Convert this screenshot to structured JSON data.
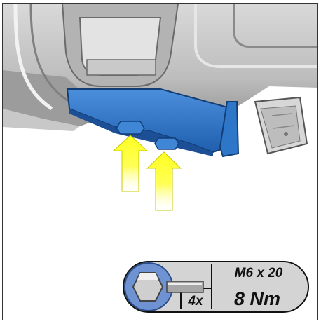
{
  "spec": {
    "size": "M6 x 20",
    "torque": "8 Nm",
    "quantity": "4x"
  },
  "colors": {
    "bracket": "#2e77c8",
    "arrow": "#ffff33",
    "machine_gray": "#c4c4c4",
    "badge_gray": "#d4d4d4",
    "bolt_circle": "#6f92d2"
  },
  "icons": [
    "hex-bolt-icon",
    "arrow-up-icon"
  ]
}
